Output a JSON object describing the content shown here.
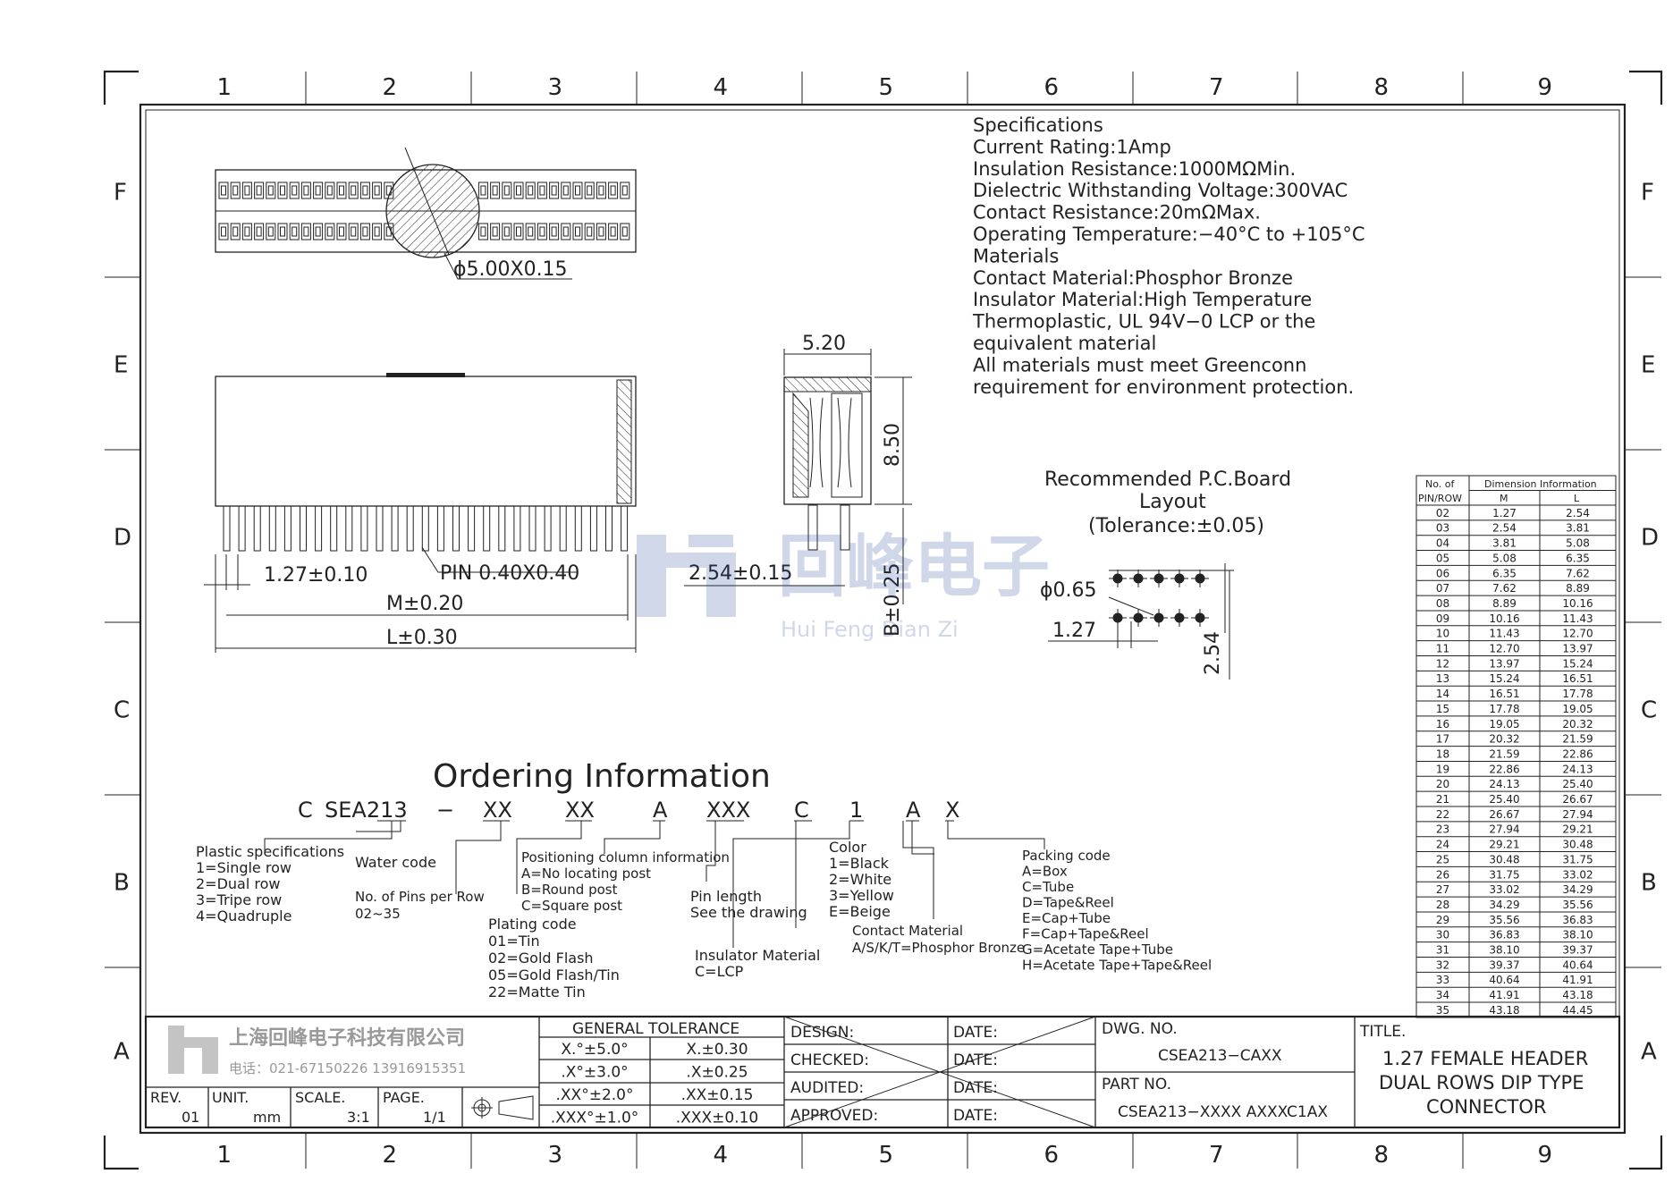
{
  "grid": {
    "columns": [
      "1",
      "2",
      "3",
      "4",
      "5",
      "6",
      "7",
      "8",
      "9"
    ],
    "rows": [
      "F",
      "E",
      "D",
      "C",
      "B",
      "A"
    ]
  },
  "specs": [
    "Specifications",
    "Current  Rating:1Amp",
    "Insulation  Resistance:1000MΩMin.",
    "Dielectric  Withstanding  Voltage:300VAC",
    "Contact  Resistance:20mΩMax.",
    "Operating  Temperature:−40°C  to  +105°C",
    "Materials",
    "Contact  Material:Phosphor  Bronze",
    "Insulator  Material:High  Temperature",
    "Thermoplastic,  UL  94V−0  LCP  or  the",
    "equivalent  material",
    "All  materials  must  meet  Greenconn",
    "requirement  for  environment  protection."
  ],
  "dims": {
    "pickup_pad": "ϕ5.00X0.15",
    "side_width": "5.20",
    "side_height": "8.50",
    "pitch": "1.27±0.10",
    "pin": "PIN  0.40X0.40",
    "m": "M±0.20",
    "l": "L±0.30",
    "row_pitch": "2.54±0.15",
    "b": "B±0.25"
  },
  "pcb": {
    "title1": "Recommended  P.C.Board",
    "title2": "Layout",
    "tolerance": "(Tolerance:±0.05)",
    "hole": "ϕ0.65",
    "pitch": "1.27",
    "row": "2.54"
  },
  "watermark": {
    "cn": "回峰电子",
    "en": "Hui Feng Dian Zi"
  },
  "ordering": {
    "title": "Ordering  Information",
    "code": [
      "C",
      "SEA213",
      "−",
      "XX",
      "XX",
      "A",
      "XXX",
      "C",
      "1",
      "A",
      "X"
    ],
    "plastic": [
      "Plastic  specifications",
      "1=Single  row",
      "2=Dual  row",
      "3=Tripe  row",
      "4=Quadruple"
    ],
    "water": "Water  code",
    "pins": [
      "No.  of  Pins  per  Row",
      "02~35"
    ],
    "plating": [
      "Plating  code",
      "01=Tin",
      "02=Gold  Flash",
      "05=Gold  Flash/Tin",
      "22=Matte  Tin"
    ],
    "positioning": [
      "Positioning  column  information",
      "A=No  locating  post",
      "B=Round  post",
      "C=Square  post"
    ],
    "pinlen": [
      "Pin  length",
      "See  the  drawing"
    ],
    "insulator": [
      "Insulator  Material",
      "C=LCP"
    ],
    "color": [
      "Color",
      "1=Black",
      "2=White",
      "3=Yellow",
      "E=Beige"
    ],
    "contact": [
      "Contact  Material",
      "A/S/K/T=Phosphor  Bronze"
    ],
    "packing": [
      "Packing  code",
      "A=Box",
      "C=Tube",
      "D=Tape&Reel",
      "E=Cap+Tube",
      "F=Cap+Tape&Reel",
      "G=Acetate  Tape+Tube",
      "H=Acetate  Tape+Tape&Reel"
    ]
  },
  "dim_table": {
    "header1": "No.  of",
    "header2": "PIN/ROW",
    "header_group": "Dimension  Information",
    "col_m": "M",
    "col_l": "L",
    "rows": [
      [
        "02",
        "1.27",
        "2.54"
      ],
      [
        "03",
        "2.54",
        "3.81"
      ],
      [
        "04",
        "3.81",
        "5.08"
      ],
      [
        "05",
        "5.08",
        "6.35"
      ],
      [
        "06",
        "6.35",
        "7.62"
      ],
      [
        "07",
        "7.62",
        "8.89"
      ],
      [
        "08",
        "8.89",
        "10.16"
      ],
      [
        "09",
        "10.16",
        "11.43"
      ],
      [
        "10",
        "11.43",
        "12.70"
      ],
      [
        "11",
        "12.70",
        "13.97"
      ],
      [
        "12",
        "13.97",
        "15.24"
      ],
      [
        "13",
        "15.24",
        "16.51"
      ],
      [
        "14",
        "16.51",
        "17.78"
      ],
      [
        "15",
        "17.78",
        "19.05"
      ],
      [
        "16",
        "19.05",
        "20.32"
      ],
      [
        "17",
        "20.32",
        "21.59"
      ],
      [
        "18",
        "21.59",
        "22.86"
      ],
      [
        "19",
        "22.86",
        "24.13"
      ],
      [
        "20",
        "24.13",
        "25.40"
      ],
      [
        "21",
        "25.40",
        "26.67"
      ],
      [
        "22",
        "26.67",
        "27.94"
      ],
      [
        "23",
        "27.94",
        "29.21"
      ],
      [
        "24",
        "29.21",
        "30.48"
      ],
      [
        "25",
        "30.48",
        "31.75"
      ],
      [
        "26",
        "31.75",
        "33.02"
      ],
      [
        "27",
        "33.02",
        "34.29"
      ],
      [
        "28",
        "34.29",
        "35.56"
      ],
      [
        "29",
        "35.56",
        "36.83"
      ],
      [
        "30",
        "36.83",
        "38.10"
      ],
      [
        "31",
        "38.10",
        "39.37"
      ],
      [
        "32",
        "39.37",
        "40.64"
      ],
      [
        "33",
        "40.64",
        "41.91"
      ],
      [
        "34",
        "41.91",
        "43.18"
      ],
      [
        "35",
        "43.18",
        "44.45"
      ]
    ]
  },
  "title_block": {
    "company": "上海回峰电子科技有限公司",
    "phone": "电话：021-67150226  13916915351",
    "rev_label": "REV.",
    "rev": "01",
    "unit_label": "UNIT.",
    "unit": "mm",
    "scale_label": "SCALE.",
    "scale": "3:1",
    "page_label": "PAGE.",
    "page": "1/1",
    "tol_title": "GENERAL  TOLERANCE",
    "tol": [
      [
        "X.°±5.0°",
        "X.±0.30"
      ],
      [
        ".X°±3.0°",
        ".X±0.25"
      ],
      [
        ".XX°±2.0°",
        ".XX±0.15"
      ],
      [
        ".XXX°±1.0°",
        ".XXX±0.10"
      ]
    ],
    "sign": [
      "DESIGN:",
      "CHECKED:",
      "AUDITED:",
      "APPROVED:"
    ],
    "date": "DATE:",
    "dwg_label": "DWG.  NO.",
    "dwg_no": "CSEA213−CAXX",
    "part_label": "PART  NO.",
    "part_no": "CSEA213−XXXX  AXXXC1AX",
    "title_label": "TITLE.",
    "title": [
      "1.27  FEMALE  HEADER",
      "DUAL  ROWS  DIP  TYPE",
      "CONNECTOR"
    ]
  }
}
